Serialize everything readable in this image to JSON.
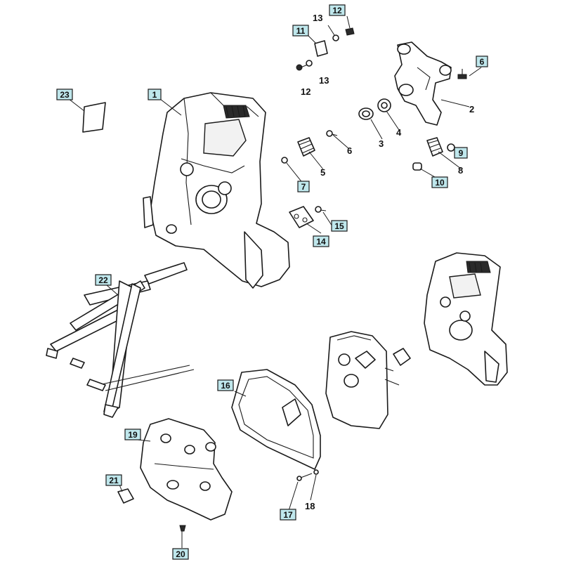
{
  "callouts": {
    "c1": "1",
    "c2": "2",
    "c3": "3",
    "c4": "4",
    "c5": "5",
    "c6a": "6",
    "c6b": "6",
    "c7": "7",
    "c8": "8",
    "c9": "9",
    "c10": "10",
    "c11": "11",
    "c12a": "12",
    "c12b": "12",
    "c13a": "13",
    "c13b": "13",
    "c14": "14",
    "c15": "15",
    "c16": "16",
    "c17": "17",
    "c18": "18",
    "c19": "19",
    "c20": "20",
    "c21": "21",
    "c22": "22",
    "c23": "23"
  },
  "colors": {
    "callout_fill": "#bfe7ec",
    "line": "#1a1a1a"
  }
}
